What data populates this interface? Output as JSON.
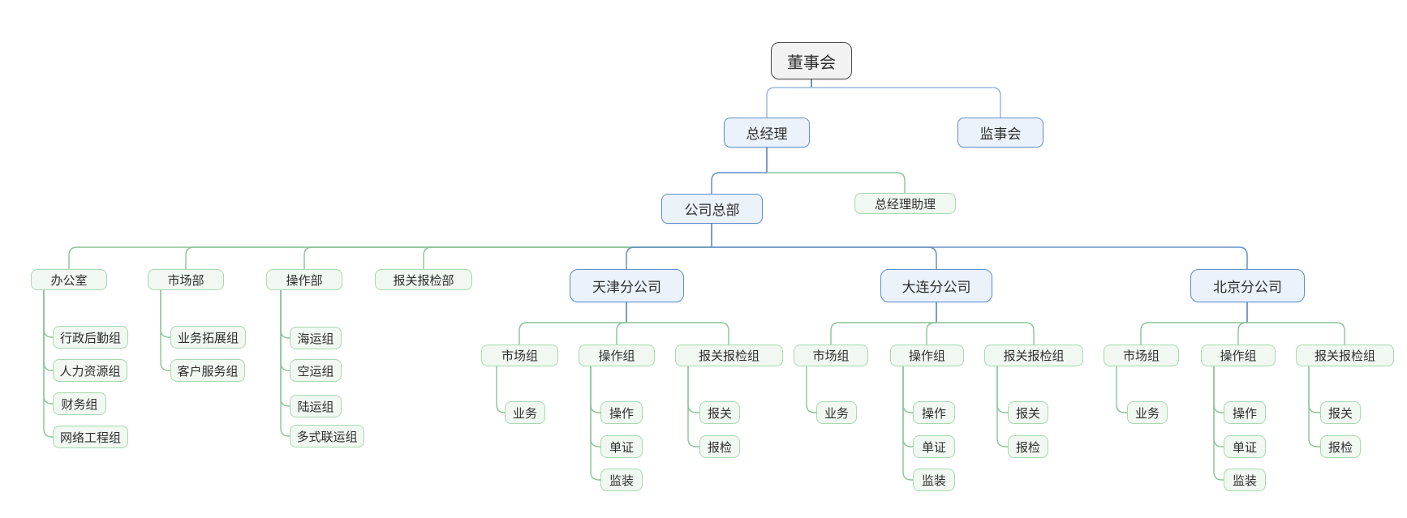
{
  "top": {
    "board": "董事会",
    "general_manager": "总经理",
    "supervisory_board": "监事会",
    "headquarters": "公司总部",
    "gm_assistant": "总经理助理"
  },
  "departments": [
    {
      "name": "办公室",
      "children": [
        "行政后勤组",
        "人力资源组",
        "财务组",
        "网络工程组"
      ]
    },
    {
      "name": "市场部",
      "children": [
        "业务拓展组",
        "客户服务组"
      ]
    },
    {
      "name": "操作部",
      "children": [
        "海运组",
        "空运组",
        "陆运组",
        "多式联运组"
      ]
    },
    {
      "name": "报关报检部",
      "children": []
    }
  ],
  "branches": [
    {
      "name": "天津分公司",
      "groups": [
        {
          "name": "市场组",
          "children": [
            "业务"
          ]
        },
        {
          "name": "操作组",
          "children": [
            "操作",
            "单证",
            "监装"
          ]
        },
        {
          "name": "报关报检组",
          "children": [
            "报关",
            "报检"
          ]
        }
      ]
    },
    {
      "name": "大连分公司",
      "groups": [
        {
          "name": "市场组",
          "children": [
            "业务"
          ]
        },
        {
          "name": "操作组",
          "children": [
            "操作",
            "单证",
            "监装"
          ]
        },
        {
          "name": "报关报检组",
          "children": [
            "报关",
            "报检"
          ]
        }
      ]
    },
    {
      "name": "北京分公司",
      "groups": [
        {
          "name": "市场组",
          "children": [
            "业务"
          ]
        },
        {
          "name": "操作组",
          "children": [
            "操作",
            "单证",
            "监装"
          ]
        },
        {
          "name": "报关报检组",
          "children": [
            "报关",
            "报检"
          ]
        }
      ]
    }
  ],
  "colors": {
    "root_fill": "#f2f2f2",
    "root_border": "#4c4c4c",
    "blue_fill": "#ebf2fa",
    "blue_border": "#6090cf",
    "green_fill": "#f0f8f1",
    "green_border": "#a8d8b0",
    "line_light_blue": "#9bb8dc",
    "line_blue": "#6590c7",
    "line_blue_dark": "#4f7db3",
    "line_green": "#89c497"
  }
}
